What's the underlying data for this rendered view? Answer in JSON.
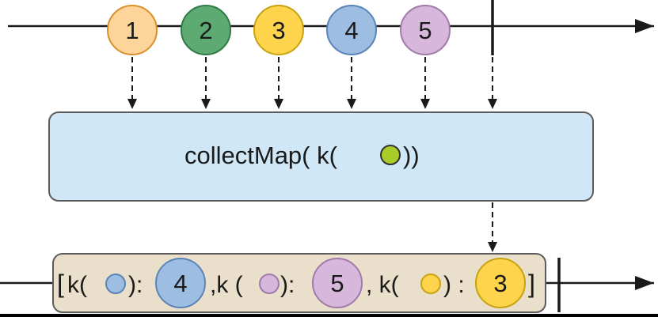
{
  "diagram": {
    "background": "#000000",
    "panel_background": "#ffffff",
    "line_color": "#1a1a1a",
    "input_marbles": [
      {
        "label": "1",
        "fill": "#fdd59b",
        "stroke": "#d9902a"
      },
      {
        "label": "2",
        "fill": "#5daa73",
        "stroke": "#2f7a45"
      },
      {
        "label": "3",
        "fill": "#fdd44c",
        "stroke": "#c9a210"
      },
      {
        "label": "4",
        "fill": "#9ebde2",
        "stroke": "#5a84b8"
      },
      {
        "label": "5",
        "fill": "#d8b7dc",
        "stroke": "#a07aa8"
      }
    ],
    "operator": {
      "text": "collectMap( k(",
      "text_end": "))",
      "key_dot_color": "#a8cc2a",
      "box_fill": "#cfe7f6",
      "box_stroke": "#5c5c5c"
    },
    "output": {
      "box_fill": "#e9dfcb",
      "box_stroke": "#5c5c5c",
      "open_bracket": "[",
      "close_bracket": "]",
      "entries": [
        {
          "key_prefix": "k(",
          "key_color": "#9ebde2",
          "key_stroke": "#5a84b8",
          "key_suffix": "):",
          "value": "4",
          "value_fill": "#9ebde2",
          "value_stroke": "#5a84b8",
          "separator": ",k ("
        },
        {
          "key_prefix": "",
          "key_color": "#d8b7dc",
          "key_stroke": "#a07aa8",
          "key_suffix": "):",
          "value": "5",
          "value_fill": "#d8b7dc",
          "value_stroke": "#a07aa8",
          "separator": ", k("
        },
        {
          "key_prefix": "",
          "key_color": "#fdd44c",
          "key_stroke": "#c9a210",
          "key_suffix": ") :",
          "value": "3",
          "value_fill": "#fdd44c",
          "value_stroke": "#c9a210",
          "separator": ""
        }
      ]
    }
  }
}
